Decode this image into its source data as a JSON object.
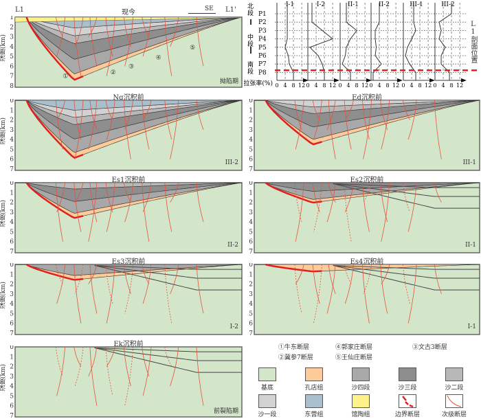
{
  "top_left": {
    "title": "现今",
    "left_end": "L1",
    "right_end": "L1'",
    "direction": "SE",
    "stage": "拗陷期",
    "y_label": "深度(km)",
    "y_ticks": [
      "1",
      "2",
      "3",
      "4",
      "5",
      "6",
      "7",
      "8"
    ],
    "fault_markers": [
      "①",
      "②",
      "③",
      "④",
      "⑤"
    ]
  },
  "panels": [
    {
      "title": "Ng沉积前",
      "label": "III-2",
      "y_label": "深度(km)",
      "y_ticks": [
        "0",
        "1",
        "2",
        "3",
        "4",
        "5",
        "6",
        "7"
      ]
    },
    {
      "title": "Ed沉积前",
      "label": "III-1",
      "y_ticks": [
        "0",
        "1",
        "2",
        "3",
        "4",
        "5",
        "6",
        "7"
      ]
    },
    {
      "title": "Es1沉积前",
      "label": "II-2",
      "y_label": "深度(km)",
      "y_ticks": [
        "0",
        "1",
        "2",
        "3",
        "4",
        "5",
        "6",
        "7"
      ]
    },
    {
      "title": "Es2沉积前",
      "label": "II-1",
      "y_ticks": [
        "0",
        "1",
        "2",
        "3",
        "4",
        "5",
        "6",
        "7"
      ]
    },
    {
      "title": "Es3沉积前",
      "label": "I-2",
      "y_label": "深度(km)",
      "y_ticks": [
        "0",
        "1",
        "2",
        "3",
        "4",
        "5",
        "6",
        "7"
      ]
    },
    {
      "title": "Es4沉积前",
      "label": "I-1",
      "y_ticks": [
        "0",
        "1",
        "2",
        "3",
        "4",
        "5",
        "6",
        "7"
      ]
    },
    {
      "title": "Ek沉积前",
      "label": "前裂陷期",
      "y_label": "深度(km)",
      "y_ticks": [
        "0",
        "1",
        "2",
        "3",
        "4",
        "5",
        "6",
        "7"
      ]
    }
  ],
  "stretch_chart": {
    "type": "line",
    "profiles": [
      "I-1",
      "I-2",
      "II-1",
      "II-2",
      "III-1",
      "III-2"
    ],
    "positions": [
      "P1",
      "P2",
      "P3",
      "P4",
      "P5",
      "P6",
      "P7",
      "P8"
    ],
    "segments": [
      "北段",
      "中段",
      "南段"
    ],
    "xlabel": "拉张率(%)",
    "x_ticks": [
      "0",
      "4",
      "8",
      "12"
    ],
    "xlim": [
      0,
      12
    ],
    "side_label": "L1剖面位置",
    "series": [
      {
        "name": "I-1",
        "values": [
          5,
          5,
          5,
          5,
          4,
          5.5,
          6,
          8
        ]
      },
      {
        "name": "I-2",
        "values": [
          2,
          2,
          7,
          12,
          1,
          5,
          7,
          8
        ]
      },
      {
        "name": "II-1",
        "values": [
          3,
          3,
          8,
          5,
          3,
          2.5,
          1,
          5
        ]
      },
      {
        "name": "II-2",
        "values": [
          4,
          4,
          2,
          2,
          2.5,
          2,
          5,
          1
        ]
      },
      {
        "name": "III-1",
        "values": [
          5,
          5,
          6,
          4,
          2,
          1,
          3,
          6
        ]
      },
      {
        "name": "III-2",
        "values": [
          8,
          2,
          3,
          2,
          5,
          3,
          3,
          7
        ]
      }
    ],
    "l1_position": 7.75
  },
  "legend": {
    "faults": [
      "①牛东断层",
      "②冀参7断层",
      "④郭家庄断层",
      "⑤王仙庄断层",
      "③文古3断层"
    ],
    "units": [
      {
        "name": "基底",
        "color": "#d3e6c9"
      },
      {
        "name": "孔店组",
        "color": "#fdca9a"
      },
      {
        "name": "沙四段",
        "color": "#a8a8a8"
      },
      {
        "name": "沙三段",
        "color": "#8e8e8e"
      },
      {
        "name": "沙二段",
        "color": "#b8b8b8"
      },
      {
        "name": "沙一段",
        "color": "#d2d2d2"
      },
      {
        "name": "东营组",
        "color": "#a9bfcb"
      },
      {
        "name": "馆陶组",
        "color": "#fdf28a"
      },
      {
        "name": "边界断层",
        "color": "#e02020"
      },
      {
        "name": "次级断层",
        "color": "#e8503a"
      }
    ]
  }
}
